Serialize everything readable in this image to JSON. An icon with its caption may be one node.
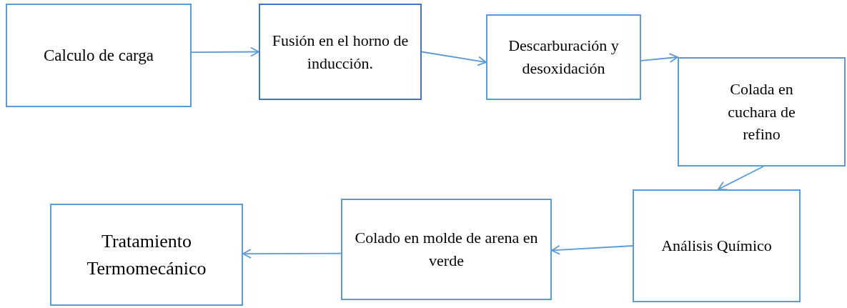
{
  "diagram": {
    "nodes": [
      {
        "text": [
          "Calculo de carga"
        ]
      },
      {
        "text": [
          "Fusión en el horno de inducción."
        ]
      },
      {
        "text": [
          "Descarburación y desoxidación"
        ]
      },
      {
        "text": [
          "Colada en cuchara de refino"
        ]
      },
      {
        "text": [
          "Análisis Químico"
        ]
      },
      {
        "text": [
          "Colado en molde de arena en verde"
        ]
      },
      {
        "text": [
          "Tratamiento Termomecánico"
        ]
      }
    ],
    "edges": [
      {
        "from": 0,
        "to": 1,
        "arrow": "to"
      },
      {
        "from": 1,
        "to": 2,
        "arrow": "to"
      },
      {
        "from": 2,
        "to": 3,
        "arrow": "to"
      },
      {
        "from": 3,
        "to": 4,
        "arrow": "to"
      },
      {
        "from": 4,
        "to": 5,
        "arrow": "to"
      },
      {
        "from": 5,
        "to": 6,
        "arrow": "to"
      }
    ]
  }
}
